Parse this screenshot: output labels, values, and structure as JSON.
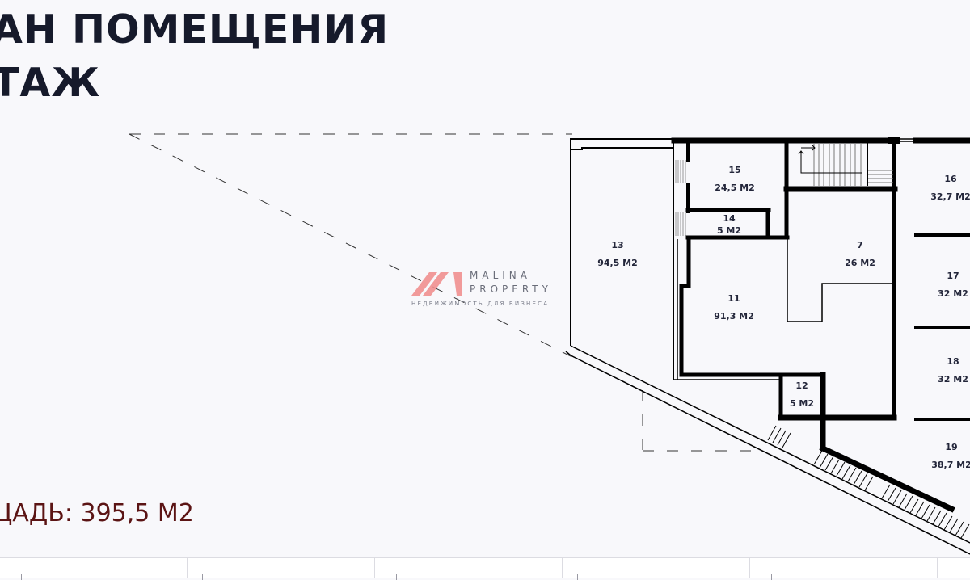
{
  "header": {
    "title_line1": "АН ПОМЕЩЕНИЯ",
    "title_line2": "ТАЖ"
  },
  "summary": {
    "total_area_label": "ЦАДЬ: 395,5 М2"
  },
  "watermark": {
    "brand_line1": "MALINA",
    "brand_line2": "PROPERTY",
    "tagline": "НЕДВИЖИМОСТЬ ДЛЯ БИЗНЕСА",
    "logo_color": "#ef8f8f"
  },
  "rooms": [
    {
      "number": "13",
      "area": "94,5 М2"
    },
    {
      "number": "15",
      "area": "24,5 М2"
    },
    {
      "number": "14",
      "area": "5 М2"
    },
    {
      "number": "11",
      "area": "91,3 М2"
    },
    {
      "number": "7",
      "area": "26 М2"
    },
    {
      "number": "12",
      "area": "5 М2"
    },
    {
      "number": "16",
      "area": "32,7 М2"
    },
    {
      "number": "17",
      "area": "32 М2"
    },
    {
      "number": "18",
      "area": "32 М2"
    },
    {
      "number": "19",
      "area": "38,7 М2"
    }
  ],
  "bottom_bar": {
    "tabs": [
      {
        "icon": "document-icon"
      },
      {
        "icon": "document-icon"
      },
      {
        "icon": "document-icon"
      },
      {
        "icon": "document-icon"
      },
      {
        "icon": "document-icon"
      }
    ]
  },
  "colors": {
    "background": "#f8f8fb",
    "title": "#161a2b",
    "total_area": "#5b1414",
    "walls": "#000000"
  }
}
